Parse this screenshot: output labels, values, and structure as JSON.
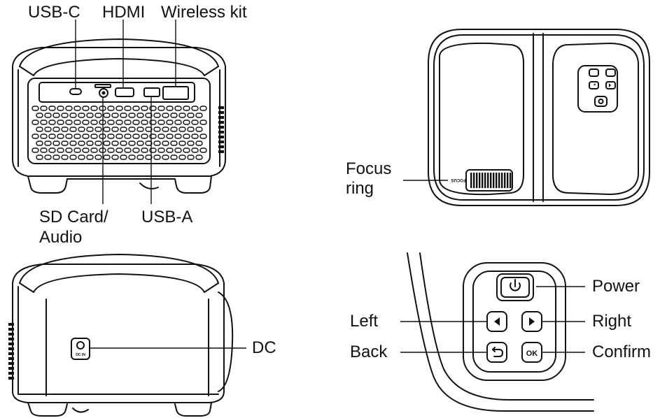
{
  "labels": {
    "usb_c": "USB-C",
    "hdmi": "HDMI",
    "wireless_kit": "Wireless kit",
    "sd_card_line1": "SD Card/",
    "sd_card_line2": "Audio",
    "usb_a": "USB-A",
    "dc": "DC",
    "focus_line1": "Focus",
    "focus_line2": "ring",
    "power": "Power",
    "left": "Left",
    "right": "Right",
    "back": "Back",
    "confirm": "Confirm"
  },
  "device_markings": {
    "focus": "FOCUS",
    "dc_port": "DC IN",
    "ok_button": "OK"
  },
  "icons": [
    "power-icon",
    "left-arrow-icon",
    "right-arrow-icon",
    "back-arrow-icon",
    "ok-icon",
    "dc-port-icon"
  ],
  "colors": {
    "line": "#111111",
    "background": "#ffffff",
    "knurl": "#111111"
  }
}
